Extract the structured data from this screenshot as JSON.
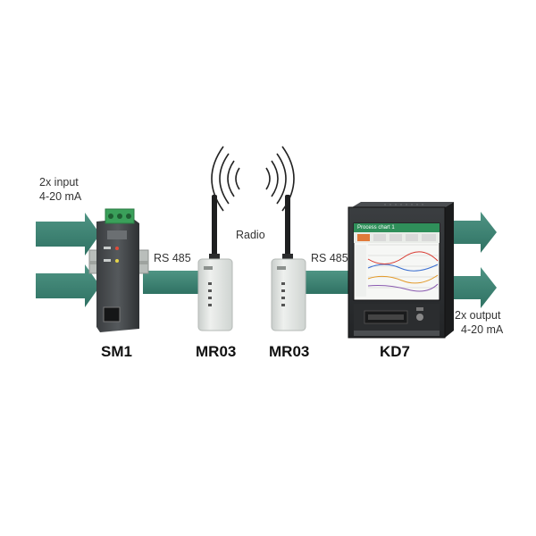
{
  "labels": {
    "input_line1": "2x input",
    "input_line2": "4-20 mA",
    "rs485_left": "RS 485",
    "radio": "Radio",
    "rs485_right": "RS 485",
    "output_line1": "2x output",
    "output_line2": "4-20 mA"
  },
  "devices": {
    "sm1": "SM1",
    "mr03_left": "MR03",
    "mr03_right": "MR03",
    "kd7": "KD7"
  },
  "kd7_screen": {
    "title": "Process chart 1"
  },
  "colors": {
    "arrow": "#3e8273",
    "device_body": "#dfe3e0",
    "kd7_frame": "#2d2f31",
    "screen_header": "#2f8f5a"
  }
}
